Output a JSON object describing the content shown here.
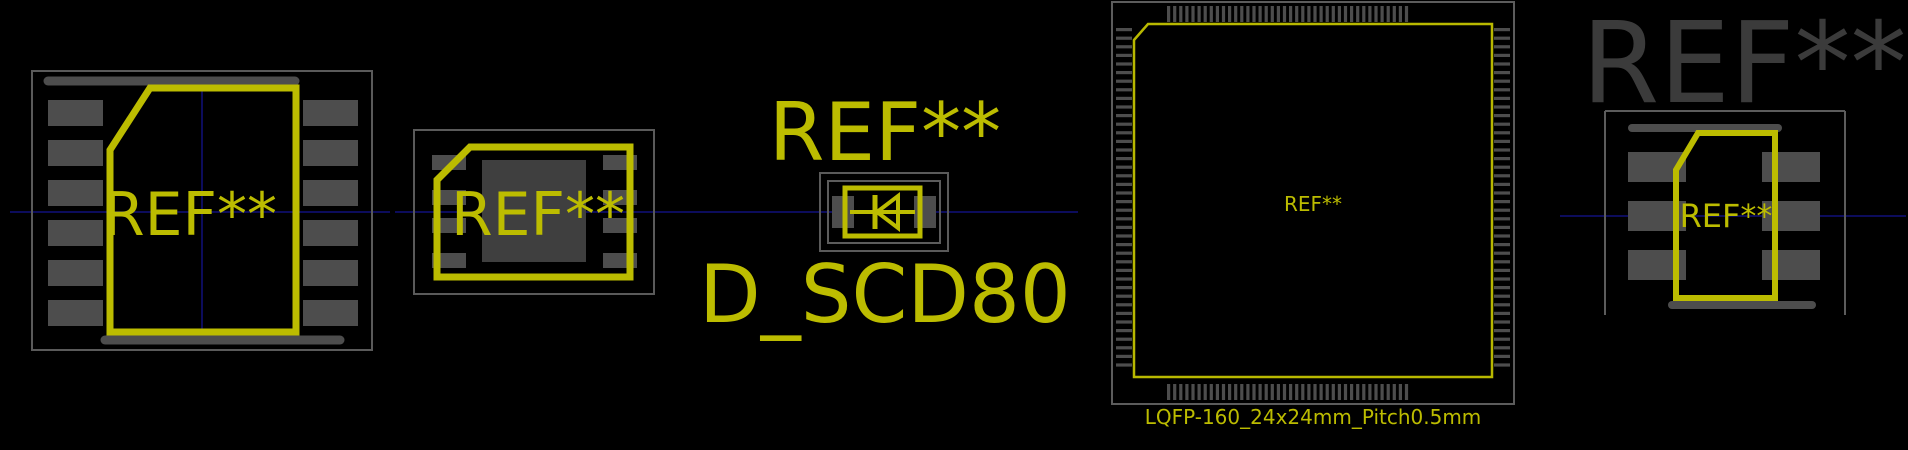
{
  "footprints": [
    {
      "id": "soic-12",
      "reference": "REF**"
    },
    {
      "id": "dfn-8",
      "reference": "REF**"
    },
    {
      "id": "d-scd80",
      "reference": "REF**",
      "value": "D_SCD80"
    },
    {
      "id": "lqfp-160",
      "reference": "REF**",
      "value": "LQFP-160_24x24mm_Pitch0.5mm",
      "pins_per_side": 40
    },
    {
      "id": "sot-6",
      "reference": "REF**",
      "reference_fab": "REF**"
    }
  ],
  "colors": {
    "silkscreen": "#bcbc00",
    "pad": "#4d4d4d",
    "courtyard": "#5a5a5a",
    "axis": "#10107a",
    "background": "#000000",
    "fab_text": "#3b3b3b"
  },
  "icons": [
    "diode-symbol-icon"
  ]
}
